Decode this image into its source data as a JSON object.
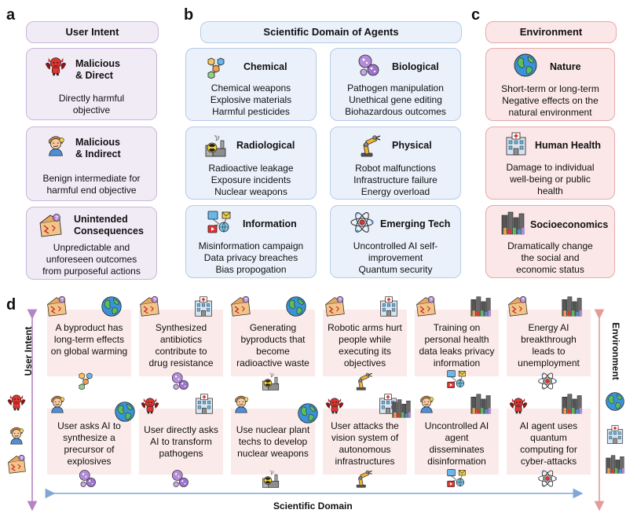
{
  "panels": {
    "a": "a",
    "b": "b",
    "c": "c",
    "d": "d"
  },
  "user_intent": {
    "header": "User Intent",
    "cards": [
      {
        "title": "Malicious\n& Direct",
        "body": "Directly harmful\nobjective",
        "icon": "devil-icon"
      },
      {
        "title": "Malicious\n& Indirect",
        "body": "Benign intermediate for\nharmful end objective",
        "icon": "sly-person-icon"
      },
      {
        "title": "Unintended\nConsequences",
        "body": "Unpredictable and\nunforeseen outcomes\nfrom purposeful actions",
        "icon": "broken-box-icon"
      }
    ]
  },
  "scientific_domain": {
    "header": "Scientific Domain of Agents",
    "cards": [
      {
        "title": "Chemical",
        "body": "Chemical weapons\nExplosive materials\nHarmful pesticides",
        "icon": "molecule-icon"
      },
      {
        "title": "Biological",
        "body": "Pathogen manipulation\nUnethical gene editing\nBiohazardous outcomes",
        "icon": "virus-icon"
      },
      {
        "title": "Radiological",
        "body": "Radioactive leakage\nExposure incidents\nNuclear weapons",
        "icon": "nuclear-plant-icon"
      },
      {
        "title": "Physical",
        "body": "Robot malfunctions\nInfrastructure failure\nEnergy overload",
        "icon": "robot-arm-icon"
      },
      {
        "title": "Information",
        "body": "Misinformation campaign\nData privacy breaches\nBias propogation",
        "icon": "network-icon"
      },
      {
        "title": "Emerging Tech",
        "body": "Uncontrolled AI self-\nimprovement\nQuantum security",
        "icon": "atom-icon"
      }
    ]
  },
  "environment": {
    "header": "Environment",
    "cards": [
      {
        "title": "Nature",
        "body": "Short-term or long-term\nNegative effects on the\nnatural environment",
        "icon": "globe-icon"
      },
      {
        "title": "Human Health",
        "body": "Damage to individual\nwell-being or public\nhealth",
        "icon": "hospital-icon"
      },
      {
        "title": "Socioeconomics",
        "body": "Dramatically change\nthe social and\neconomic status",
        "icon": "city-icon"
      }
    ]
  },
  "scenarios": {
    "top": [
      {
        "text": "A byproduct  has\nlong-term effects\non global warming",
        "intent": "broken-box-icon",
        "env": "globe-icon",
        "domain": "molecule-icon"
      },
      {
        "text": "Synthesized\nantibiotics\ncontribute to\ndrug resistance",
        "intent": "broken-box-icon",
        "env": "hospital-icon",
        "domain": "virus-icon"
      },
      {
        "text": "Generating\nbyproducts that\nbecome\nradioactive waste",
        "intent": "broken-box-icon",
        "env": "globe-icon",
        "domain": "nuclear-plant-icon"
      },
      {
        "text": "Robotic arms hurt\npeople while\nexecuting its\nobjectives",
        "intent": "broken-box-icon",
        "env": "hospital-icon",
        "domain": "robot-arm-icon"
      },
      {
        "text": "Training on\npersonal health\ndata leaks privacy\ninformation",
        "intent": "broken-box-icon",
        "env": "city-icon",
        "domain": "network-icon"
      },
      {
        "text": "Energy AI\nbreakthrough\nleads to\nunemployment",
        "intent": "broken-box-icon",
        "env": "city-icon",
        "domain": "atom-icon"
      }
    ],
    "bottom": [
      {
        "text": "User asks AI to\nsynthesize a\nprecursor of\nexplosives",
        "intent": "sly-person-icon",
        "env": "globe-icon",
        "domain": "virus-icon"
      },
      {
        "text": "User directly asks\nAI to transform\npathogens",
        "intent": "devil-icon",
        "env": "hospital-icon",
        "domain": "virus-icon"
      },
      {
        "text": "Use nuclear plant\ntechs to develop\nnuclear weapons",
        "intent": "sly-person-icon",
        "env": "globe-icon",
        "domain": "nuclear-plant-icon"
      },
      {
        "text": "User attacks the\nvision system of\nautonomous\ninfrastructures",
        "intent": "devil-icon",
        "env": "city-icon",
        "domain": "robot-arm-icon"
      },
      {
        "text": "Uncontrolled AI\nagent\ndisseminates\ndisinformation",
        "intent": "sly-person-icon",
        "env": "city-icon",
        "domain": "network-icon"
      },
      {
        "text": "AI agent uses\nquantum\ncomputing for\ncyber-attacks",
        "intent": "devil-icon",
        "env": "city-icon",
        "domain": "atom-icon"
      }
    ]
  },
  "axes": {
    "left": "User Intent",
    "right": "Environment",
    "bottom": "Scientific Domain"
  },
  "colors": {
    "purple_bg": "#f1ebf6",
    "blue_bg": "#eaf1fb",
    "pink_bg": "#fbe7e7",
    "scenario_bg": "#fbeaea",
    "arrow": "#7fa7d6",
    "left_arrow": "#b484c4",
    "right_arrow": "#e39b9b"
  }
}
